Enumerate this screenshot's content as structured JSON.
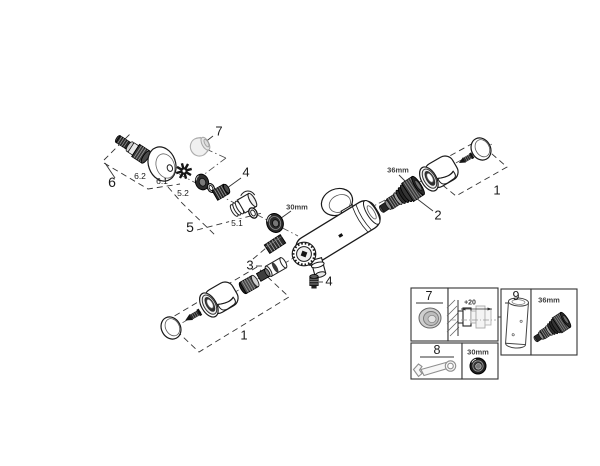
{
  "diagram": {
    "callouts": {
      "seven": "7",
      "six": "6",
      "six_two": "6.2",
      "six_one": "6.1",
      "five": "5",
      "five_two": "5.2",
      "five_one": "5.1",
      "four_top": "4",
      "four_bottom": "4",
      "three": "3",
      "two": "2",
      "one_left": "1",
      "one_right": "1",
      "dim_30mm": "30mm",
      "dim_36mm": "36mm"
    },
    "inset": {
      "seven": "7",
      "eight": "8",
      "nine": "9",
      "dim_30mm": "30mm",
      "dim_36mm": "36mm",
      "extension": "+20"
    },
    "colors": {
      "line": "#1a1a1a",
      "dark_metal": "#2b2b2b",
      "ghost": "#adadad"
    }
  }
}
